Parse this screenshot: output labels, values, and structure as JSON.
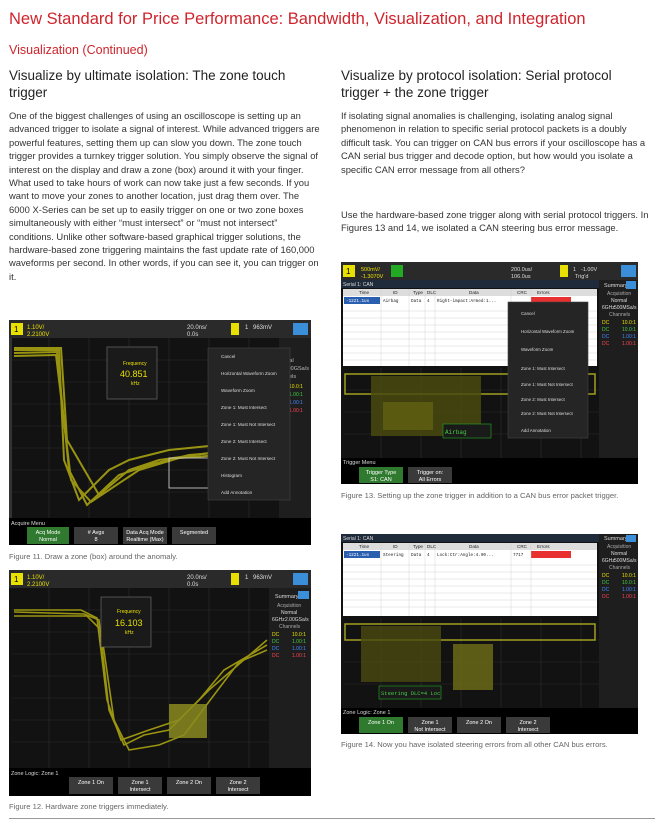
{
  "page": {
    "title": "New Standard for Price Performance: Bandwidth, Visualization, and Integration",
    "subtitle": "Visualization (Continued)"
  },
  "left": {
    "heading": "Visualize by ultimate isolation: The zone touch trigger",
    "paragraph": "One of the biggest challenges of using an oscilloscope is setting up an advanced trigger to isolate a signal of interest. While advanced triggers are powerful features, setting them up can slow you down. The zone touch trigger provides a turnkey trigger solution. You simply observe the signal of interest on the display and draw a zone (box) around it with your finger. What used to take hours of work can now take just a few seconds. If you want to move your zones to another location, just drag them over. The 6000 X-Series can be set up to easily trigger on one or two zone boxes simultaneously with either “must intersect” or “must not intersect” conditions. Unlike other software-based graphical trigger solutions, the hardware-based zone triggering maintains the fast update rate of 160,000 waveforms per second. In other words, if you can see it, you can trigger on it."
  },
  "right": {
    "heading": "Visualize by protocol isolation: Serial protocol trigger + the zone trigger",
    "paragraph1": "If isolating signal anomalies is challenging, isolating analog signal phenomenon in relation to specific serial protocol packets is a doubly difficult task. You can trigger on CAN bus errors if your oscilloscope has a CAN serial bus trigger and decode option, but how would you isolate a specific CAN error message from all others?",
    "paragraph2": "Use the hardware-based zone trigger along with serial protocol triggers. In Figures 13 and 14, we isolated a CAN steering bus error message."
  },
  "figures": {
    "fig11": {
      "caption": "Figure 11. Draw a zone (box) around the anomaly.",
      "ch_scale": "1.10V/",
      "ch_offset": "2.2100V",
      "time_scale": "20.0ns/",
      "time_delay": "0.0s",
      "trig_level": "1",
      "trig_value": "963mV",
      "readout_label": "Frequency",
      "readout_value": "40.851",
      "readout_unit": "kHz",
      "menu": [
        "Cancel",
        "Horizontal Waveform Zoom",
        "Waveform Zoom",
        "Zone 1: Must Intersect",
        "Zone 1: Must Not Intersect",
        "Zone 2: Must Intersect",
        "Zone 2: Must Not Intersect",
        "Histogram",
        "Add Annotation"
      ],
      "menu_title": "Acquire Menu",
      "softkeys": [
        {
          "label": "Acq Mode",
          "value": "Normal"
        },
        {
          "label": "# Avgs",
          "value": "8"
        },
        {
          "label": "Data Acq Mode",
          "value": "Realtime (Max)"
        },
        {
          "label": "Segmented",
          "value": ""
        }
      ],
      "side": {
        "a": "rmal",
        "b": "2.00GSa/s",
        "c": "nnels",
        "rows": [
          "10.0:1",
          "1.00:1",
          "1.00:1",
          "1.00:1"
        ]
      }
    },
    "fig12": {
      "caption": "Figure 12. Hardware zone triggers immediately.",
      "ch_scale": "1.10V/",
      "ch_offset": "2.2100V",
      "time_scale": "20.0ns/",
      "time_delay": "0.0s",
      "trig_level": "1",
      "trig_value": "963mV",
      "readout_label": "Frequency",
      "readout_value": "16.103",
      "readout_unit": "kHz",
      "menu_title": "Zone Logic: Zone 1",
      "softkeys": [
        {
          "label": "Zone 1 On",
          "value": ""
        },
        {
          "label": "Zone 1",
          "value": "Intersect"
        },
        {
          "label": "Zone 2 On",
          "value": ""
        },
        {
          "label": "Zone 2",
          "value": "Intersect"
        }
      ],
      "side": {
        "title": "Summary",
        "acq": "Acquisition",
        "mode": "Normal",
        "rate1": "6GHz",
        "rate2": "2.00GSa/s",
        "ch": "Channels",
        "rows": [
          {
            "c": "DC",
            "v": "10.0:1"
          },
          {
            "c": "DC",
            "v": "1.00:1"
          },
          {
            "c": "DC",
            "v": "1.00:1"
          },
          {
            "c": "DC",
            "v": "1.00:1"
          }
        ]
      }
    },
    "fig13": {
      "caption": "Figure 13. Setting up the zone trigger in addition to a CAN bus error packet trigger.",
      "ch_scale": "500mV/",
      "ch_offset": "-1.3070V",
      "time_scale": "200.0us/",
      "time_delay": "106.0us",
      "trig_level": "1",
      "trig_value": "-1.00V",
      "trig_mode": "Trig'd",
      "serial_title": "Serial 1: CAN",
      "table_headers": [
        "Time",
        "ID",
        "Type",
        "DLC",
        "Data",
        "CRC",
        "Errors"
      ],
      "table_row": [
        "-1221.1us",
        "Airbag",
        "Data",
        "4",
        "Right-impact:Armed:1...",
        "",
        ""
      ],
      "menu": [
        "Cancel",
        "Horizontal Waveform Zoom",
        "Waveform Zoom",
        "Zone 1: Must Intersect",
        "Zone 1: Must Not Intersect",
        "Zone 2: Must Intersect",
        "Zone 2: Must Not Intersect",
        "Add Annotation"
      ],
      "decode": "Airbag",
      "menu_title": "Trigger Menu",
      "softkeys": [
        {
          "label": "Trigger Type",
          "value": "S1: CAN"
        },
        {
          "label": "Trigger on:",
          "value": "All Errors"
        }
      ],
      "side": {
        "title": "Summary",
        "acq": "Acquisition",
        "mode": "Normal",
        "rate1": "6GHz",
        "rate2": "500MSa/s",
        "ch": "Channels",
        "rows": [
          {
            "c": "DC",
            "v": "10.0:1"
          },
          {
            "c": "DC",
            "v": "10.0:1"
          },
          {
            "c": "DC",
            "v": "1.00:1"
          },
          {
            "c": "DC",
            "v": "1.00:1"
          }
        ]
      }
    },
    "fig14": {
      "caption": "Figure 14. Now you have isolated steering errors from all other CAN bus errors.",
      "serial_title": "Serial 1: CAN",
      "table_headers": [
        "Time",
        "ID",
        "Type",
        "DLC",
        "Data",
        "CRC",
        "Errors"
      ],
      "table_row": [
        "-1221.1us",
        "Steering",
        "Data",
        "4",
        "Lock:Ctr:Angle:4.90...",
        "7717",
        ""
      ],
      "decode": "Steering DLC=4 Loc",
      "menu_title": "Zone Logic: Zone 1",
      "softkeys": [
        {
          "label": "Zone 1 On",
          "value": ""
        },
        {
          "label": "Zone 1",
          "value": "Not Intersect"
        },
        {
          "label": "Zone 2 On",
          "value": ""
        },
        {
          "label": "Zone 2",
          "value": "Intersect"
        }
      ],
      "side": {
        "title": "Summary",
        "acq": "Acquisition",
        "mode": "Normal",
        "rate1": "6GHz",
        "rate2": "500MSa/s",
        "ch": "Channels",
        "rows": [
          {
            "c": "DC",
            "v": "10.0:1"
          },
          {
            "c": "DC",
            "v": "10.0:1"
          },
          {
            "c": "DC",
            "v": "1.00:1"
          },
          {
            "c": "DC",
            "v": "1.00:1"
          }
        ]
      }
    }
  }
}
